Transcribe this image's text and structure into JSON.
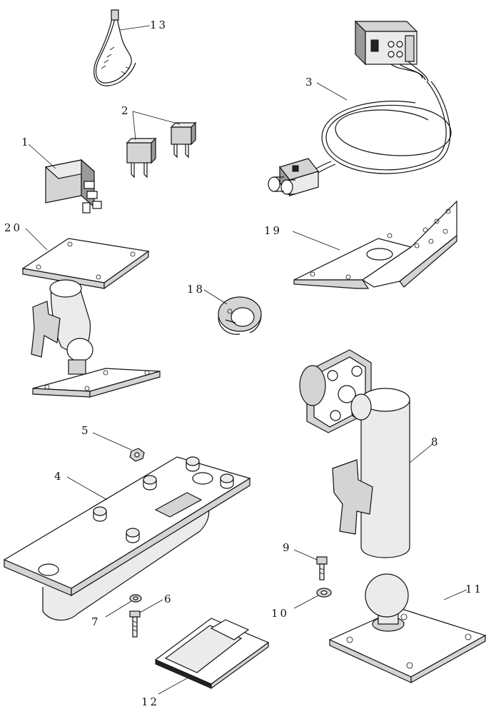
{
  "part_labels": {
    "p1": "1",
    "p2": "2",
    "p3": "3",
    "p4": "4",
    "p5": "5",
    "p6": "6",
    "p7": "7",
    "p8": "8",
    "p9": "9",
    "p10": "10",
    "p11": "11",
    "p12": "12",
    "p13": "13",
    "p18": "18",
    "p19": "19",
    "p20": "20"
  }
}
